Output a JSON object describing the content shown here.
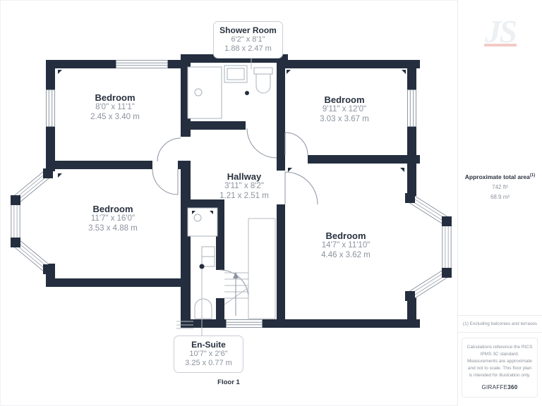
{
  "floor": {
    "label": "Floor 1"
  },
  "colors": {
    "wall": "#242e3e",
    "title_text": "#28313f",
    "dim_text": "#8c939d",
    "logo_red": "#f2cbc7"
  },
  "plan": {
    "rooms": [
      {
        "id": "bedroom-top-left",
        "name": "Bedroom",
        "imperial": "8'0\" x 11'1\"",
        "metric": "2.45 x 3.40 m"
      },
      {
        "id": "bedroom-top-right",
        "name": "Bedroom",
        "imperial": "9'11\" x 12'0\"",
        "metric": "3.03 x 3.67 m"
      },
      {
        "id": "hallway",
        "name": "Hallway",
        "imperial": "3'11\" x 8'2\"",
        "metric": "1.21 x 2.51 m"
      },
      {
        "id": "bedroom-left",
        "name": "Bedroom",
        "imperial": "11'7\" x 16'0\"",
        "metric": "3.53 x 4.88 m"
      },
      {
        "id": "bedroom-bottom-right",
        "name": "Bedroom",
        "imperial": "14'7\" x 11'10\"",
        "metric": "4.46 x 3.62 m"
      },
      {
        "id": "shower-room",
        "name": "Shower Room",
        "imperial": "6'2\" x 8'1\"",
        "metric": "1.88 x 2.47 m"
      },
      {
        "id": "en-suite",
        "name": "En-Suite",
        "imperial": "10'7\" x 2'6\"",
        "metric": "3.25 x 0.77 m"
      }
    ]
  },
  "sidebar": {
    "logo_text": "JS",
    "area": {
      "title": "Approximate total area",
      "superscript": "(1)",
      "imperial": "742 ft²",
      "metric": "68.9 m²"
    },
    "footnote": "(1) Excluding balconies and terraces",
    "disclaimer": "Calculations reference the RICS IPMS 3C standard. Measurements are approximate and not to scale. This floor plan is intended for illustration only.",
    "brand": {
      "name": "GIRAFFE",
      "suffix": "360"
    }
  }
}
